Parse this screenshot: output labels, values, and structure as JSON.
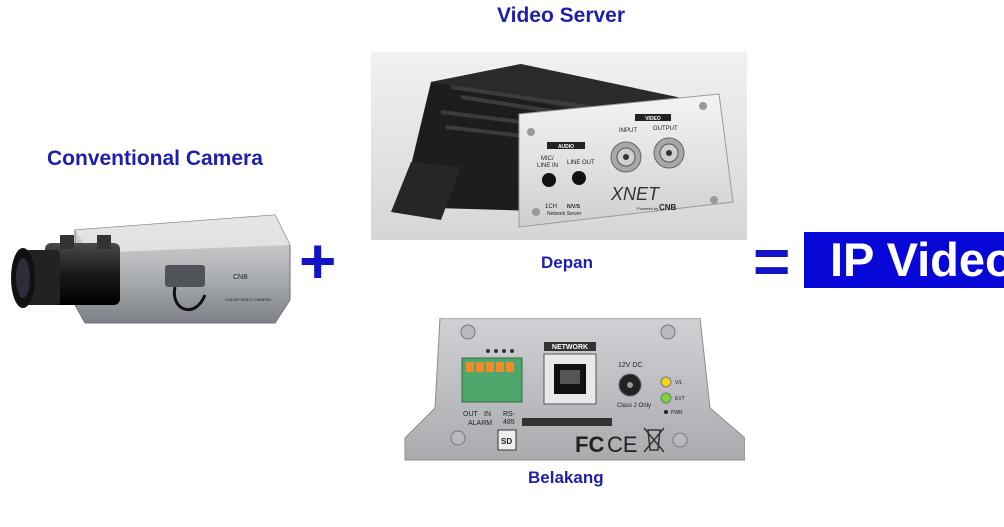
{
  "camera": {
    "label": "Conventional Camera",
    "brand": "CNB",
    "body_text": "COLOR VIDEO CAMERA"
  },
  "operators": {
    "plus": "+",
    "equals": "="
  },
  "video_server": {
    "label": "Video Server",
    "front_label": "Depan",
    "back_label": "Belakang",
    "front_panel": {
      "audio": "AUDIO",
      "mic_line_in_1": "MIC/",
      "mic_line_in_2": "LINE IN",
      "line_out": "LINE OUT",
      "video": "VIDEO",
      "input": "INPUT",
      "output": "OUTPUT",
      "channel": "1CH",
      "nvs": "N/V/S",
      "network_server": "Network Server",
      "brand": "XNET",
      "powered_by": "Powered by",
      "powered_brand": "CNB"
    },
    "back_panel": {
      "network": "NETWORK",
      "dc": "12V DC",
      "class2": "Class 2 Only",
      "vl": "V/L",
      "evt": "EVT",
      "pwr": "PWR",
      "alarm_out": "OUT",
      "alarm_in": "IN",
      "alarm": "ALARM",
      "rs485_1": "RS-",
      "rs485_2": "485",
      "sd": "SD",
      "fc": "FC",
      "ce": "CE"
    }
  },
  "result": {
    "label": "IP Video"
  },
  "colors": {
    "label_blue": "#1f1fae",
    "operator_blue": "#1313c8",
    "box_blue": "#0707d8"
  }
}
